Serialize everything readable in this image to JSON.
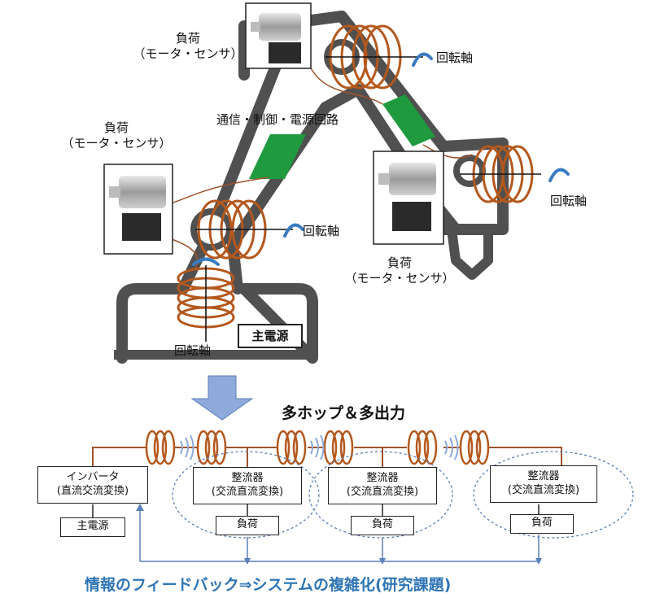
{
  "robot": {
    "load_label_line1": "負荷",
    "load_label_line2": "（モータ・センサ）",
    "rotation_axis": "回転軸",
    "comm_label": "通信・制御・電源回路",
    "main_power_box": "主電源"
  },
  "system": {
    "title": "多ホップ＆多出力",
    "inverter_line1": "インバータ",
    "inverter_line2": "(直流交流変換)",
    "main_power": "主電源",
    "rectifier_line1": "整流器",
    "rectifier_line2": "(交流直流変換)",
    "load": "負荷",
    "feedback_caption": "情報のフィードバック⇒システムの複雑化(研究課題)"
  },
  "colors": {
    "arm": "#505050",
    "coil": "#b4581d",
    "pcb": "#1f9a3f",
    "rotation_arrow": "#3a7cc2",
    "down_arrow": "#8eaadb",
    "caption": "#2e75b6",
    "wire": "#a0522d",
    "dashed_ellipse": "#5a7fb8"
  }
}
